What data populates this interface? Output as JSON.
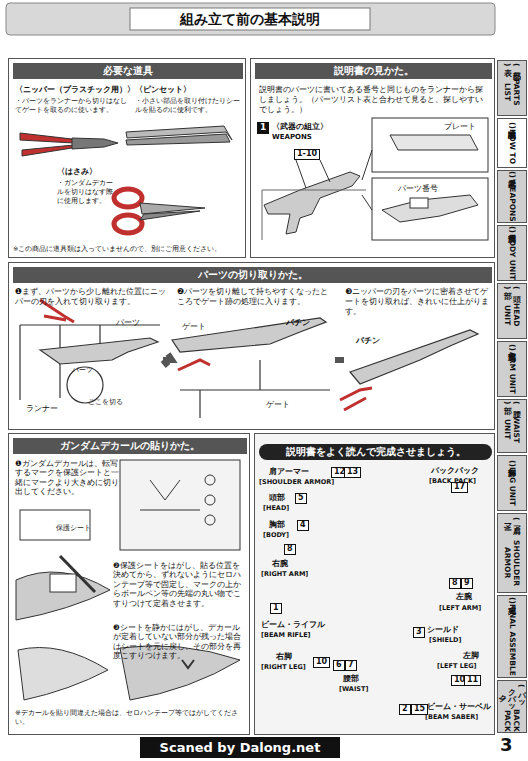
{
  "diagram": {
    "title": "組み立て前の基本説明",
    "nodes": [
      {
        "text": [
          "〈ニッパー（プラスチック用）〉",
          "・パーツをランナーから切りはなしてゲートを取るのに使います。",
          "〈ピンセット〉",
          "・小さい部品を取り付けたりシールを貼るのに便利です。",
          "〈はさみ〉",
          "・ガンダムデカールを切りはなす際に使用します。",
          "※この商品に道具類は入っていませんので、別にご用意ください。"
        ]
      },
      {
        "text": [
          "必要な道具"
        ],
        "in": 0
      },
      {
        "text": [
          "説明書のパーツに書いてある番号と同じものをランナーから探しましょう。（パーツリスト表と合わせて見ると、探しやすいでしょう。）"
        ]
      },
      {
        "text": [
          "説明書の見かた。"
        ],
        "in": 2
      },
      {
        "text": [
          "❶まず、パーツから少し離れた位置にニッパーの刃を入れて切り取ります。",
          "❷パーツを切り離して持ちやすくなったところでゲート跡の処理に入ります。",
          "❸ニッパーの刃をパーツに密着させてゲートを切り取れば、きれいに仕上がります。"
        ]
      },
      {
        "text": [
          "パーツの切り取りかた。"
        ],
        "in": 4
      },
      {
        "text": [
          "❶ガンダムデカールは、転写するマークを保護シートと一緒にマークより大きめに切り出してください。",
          "❷保護シートをはがし、貼る位置を決めてから、ずれないようにセロハンテープ等で固定し、マークの上からボールペン等の先端の丸い物でこすりつけて定着させます。",
          "❸シートを静かにはがし、デカールが定着していない部分が残った場合はシートを元に戻し、その部分を再度こすりつけます。",
          "※デカールを貼り間違えた場合は、セロハンテープ等ではがしてください。"
        ]
      },
      {
        "text": [
          "ガンダムデカールの貼りかた。"
        ],
        "in": 6
      },
      {
        "text": [
          "肩アーマー",
          "[SHOULDER ARMOR]",
          "12",
          "13",
          "頭部",
          "[HEAD]",
          "5",
          "胸部",
          "[BODY]",
          "4",
          "8",
          "右腕",
          "[RIGHT ARM]",
          "1",
          "ビーム・ライフル",
          "[BEAM RIFLE]",
          "右脚",
          "[RIGHT LEG]",
          "10",
          "6",
          "7",
          "腰部",
          "[WAIST]",
          "バックパック",
          "[BACK PACK]",
          "17",
          "8",
          "9",
          "左腕",
          "[LEFT ARM]",
          "3",
          "シールド",
          "[SHIELD]",
          "左脚",
          "[LEFT LEG]",
          "10",
          "11",
          "2",
          "15",
          "ビーム・サーベル",
          "[BEAM SABER]"
        ]
      },
      {
        "text": [
          "説明書をよく読んで完成させましょう。"
        ],
        "in": 8
      },
      {
        "text": [
          "(部品表)",
          "PARTS LIST"
        ]
      },
      {
        "text": [
          "(基本説明)",
          "HOW TO"
        ]
      },
      {
        "text": [
          "(武器)",
          "WEAPONS"
        ]
      },
      {
        "text": [
          "(胸部)",
          "BODY UNIT"
        ]
      },
      {
        "text": [
          "(頭部)",
          "HEAD UNIT"
        ]
      },
      {
        "text": [
          "(腕部)",
          "ARM UNIT"
        ]
      },
      {
        "text": [
          "(腰部)",
          "WAIST UNIT"
        ]
      },
      {
        "text": [
          "(脚部)",
          "LEG UNIT"
        ]
      },
      {
        "text": [
          "(肩アーマー)",
          "SHOULDER ARMOR"
        ]
      },
      {
        "text": [
          "(完成)",
          "FINAL ASSEMBLE"
        ]
      },
      {
        "text": [
          "(バックパック)",
          "BACK PACK"
        ]
      }
    ],
    "labels": [
      "1",
      "〈武器の組立〉",
      "WEAPONS",
      "1-10",
      "プレート",
      "パーツ番号",
      "パーツ",
      "ランナー",
      "パーツ",
      "ここを切る",
      "ゲート",
      "パチン",
      "ゲート",
      "パチン",
      "保護シート",
      "Scaned by Dalong.net",
      "3"
    ]
  }
}
